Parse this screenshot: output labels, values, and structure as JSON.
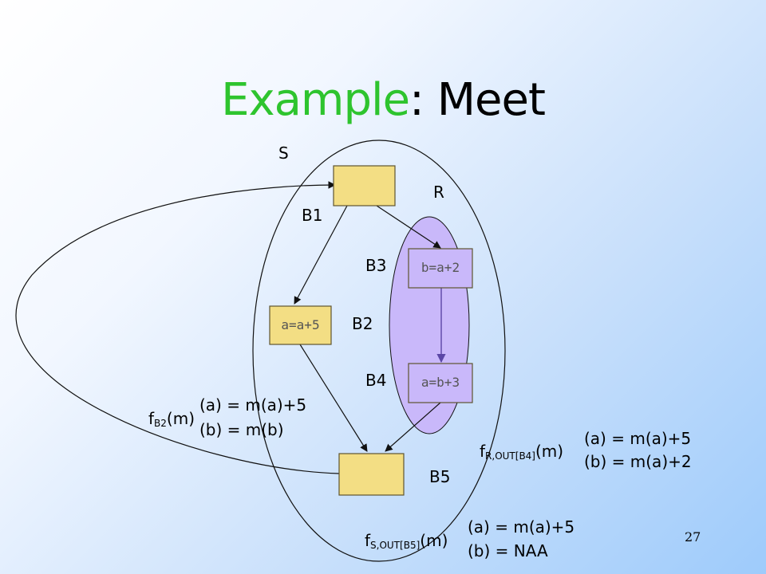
{
  "slide": {
    "title_part1": "Example",
    "title_part2": ": Meet",
    "page_number": "27"
  },
  "regions": {
    "S": "S",
    "R": "R"
  },
  "blocks": {
    "B1": {
      "label": "B1",
      "code": ""
    },
    "B2": {
      "label": "B2",
      "code": "a=a+5"
    },
    "B3": {
      "label": "B3",
      "code": "b=a+2"
    },
    "B4": {
      "label": "B4",
      "code": "a=b+3"
    },
    "B5": {
      "label": "B5",
      "code": ""
    }
  },
  "transfer_functions": {
    "fB2": {
      "f": "f",
      "sub": "B2",
      "arg": "(m)",
      "line1": "(a) = m(a)+5",
      "line2": "(b) = m(b)"
    },
    "fR": {
      "f": "f",
      "sub": "R,OUT[B4]",
      "arg": "(m)",
      "line1": "(a) = m(a)+5",
      "line2": "(b) = m(a)+2"
    },
    "fS": {
      "f": "f",
      "sub": "S,OUT[B5]",
      "arg": "(m)",
      "line1": "(a) = m(a)+5",
      "line2": "(b) = NAA"
    }
  },
  "colors": {
    "title_green": "#2ec42e",
    "block_fill": "#f3de84",
    "block_border": "#5e5430",
    "region_R_fill": "#c9b8fa",
    "edge_color": "#111111",
    "inner_edge_color": "#5b47a6"
  }
}
